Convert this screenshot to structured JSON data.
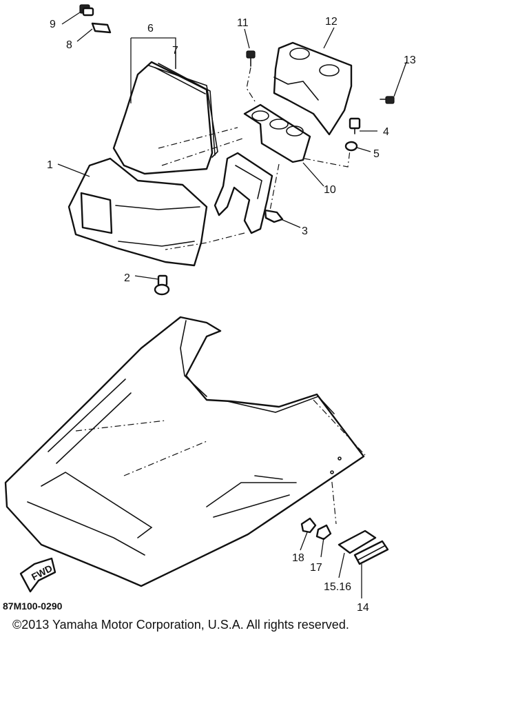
{
  "diagram": {
    "callouts": [
      "1",
      "2",
      "3",
      "4",
      "5",
      "6",
      "7",
      "8",
      "9",
      "10",
      "11",
      "12",
      "13",
      "14",
      "15.16",
      "17",
      "18"
    ],
    "fwd_label": "FWD",
    "figure_code": "87M100-0290"
  },
  "footer": {
    "copyright": "©2013 Yamaha Motor Corporation, U.S.A. All rights reserved."
  }
}
